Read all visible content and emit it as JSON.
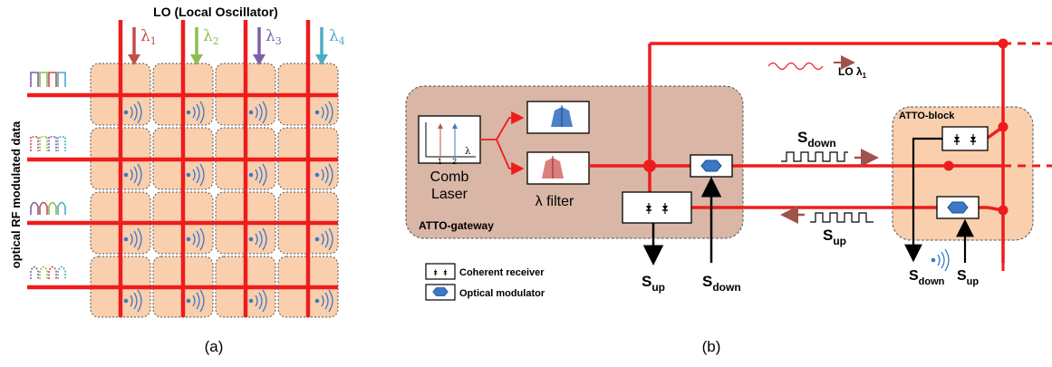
{
  "panel_a": {
    "lo_title": "LO (Local Oscillator)",
    "side_label": "optical RF modulated data",
    "caption": "(a)",
    "wavelengths": [
      {
        "symbol": "λ",
        "sub": "1",
        "color": "#c0504d"
      },
      {
        "symbol": "λ",
        "sub": "2",
        "color": "#8cbd4f"
      },
      {
        "symbol": "λ",
        "sub": "3",
        "color": "#7f5fa8"
      },
      {
        "symbol": "λ",
        "sub": "4",
        "color": "#4bacc6"
      }
    ],
    "pulse_colors": [
      "#7f5fa8",
      "#8cbd4f",
      "#c0504d",
      "#4bacc6"
    ]
  },
  "panel_b": {
    "caption": "(b)",
    "gateway_label": "ATTO-gateway",
    "block_label": "ATTO-block",
    "comb_laser_line1": "Comb",
    "comb_laser_line2": "Laser",
    "filter_label": "λ filter",
    "comb_tick1": "1",
    "comb_tick2": "2",
    "comb_axis": "λ",
    "lo_label_text": "LO λ",
    "lo_label_sub": "1",
    "s_down_top": {
      "main": "S",
      "sub": "down"
    },
    "s_up_mid": {
      "main": "S",
      "sub": "up"
    },
    "s_up_bottom": {
      "main": "S",
      "sub": "up"
    },
    "s_down_bottom": {
      "main": "S",
      "sub": "down"
    },
    "s_down_right": {
      "main": "S",
      "sub": "down"
    },
    "s_up_right": {
      "main": "S",
      "sub": "up"
    },
    "legend": [
      {
        "icon": "coherent-receiver-icon",
        "label": "Coherent receiver"
      },
      {
        "icon": "optical-modulator-icon",
        "label": "Optical modulator"
      }
    ]
  },
  "colors": {
    "fiber_red": "#ee1c1c",
    "cell_fill": "#f9cfae",
    "gateway_fill": "#d9b6a6",
    "block_fill": "#f9cfae",
    "signal_arrow": "#a0524d",
    "modulator_blue": "#3c78c8"
  }
}
